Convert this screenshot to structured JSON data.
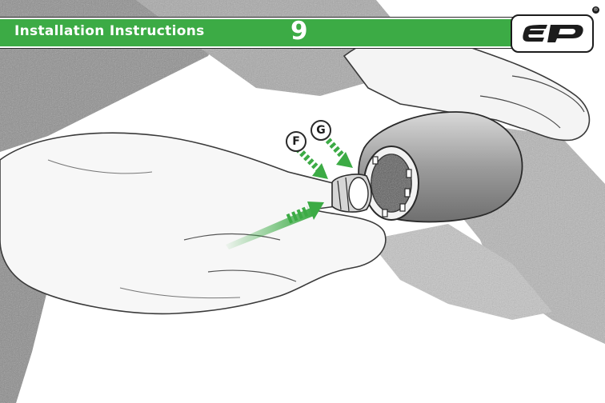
{
  "header": {
    "title": "Installation Instructions",
    "page_number": "9"
  },
  "logo": {
    "icon": "ep-logo",
    "text": "EP",
    "registered_mark": "®"
  },
  "callouts": {
    "f": "F",
    "g": "G"
  },
  "colors": {
    "accent_green": "#3cab45",
    "ink": "#1c1c1c"
  }
}
